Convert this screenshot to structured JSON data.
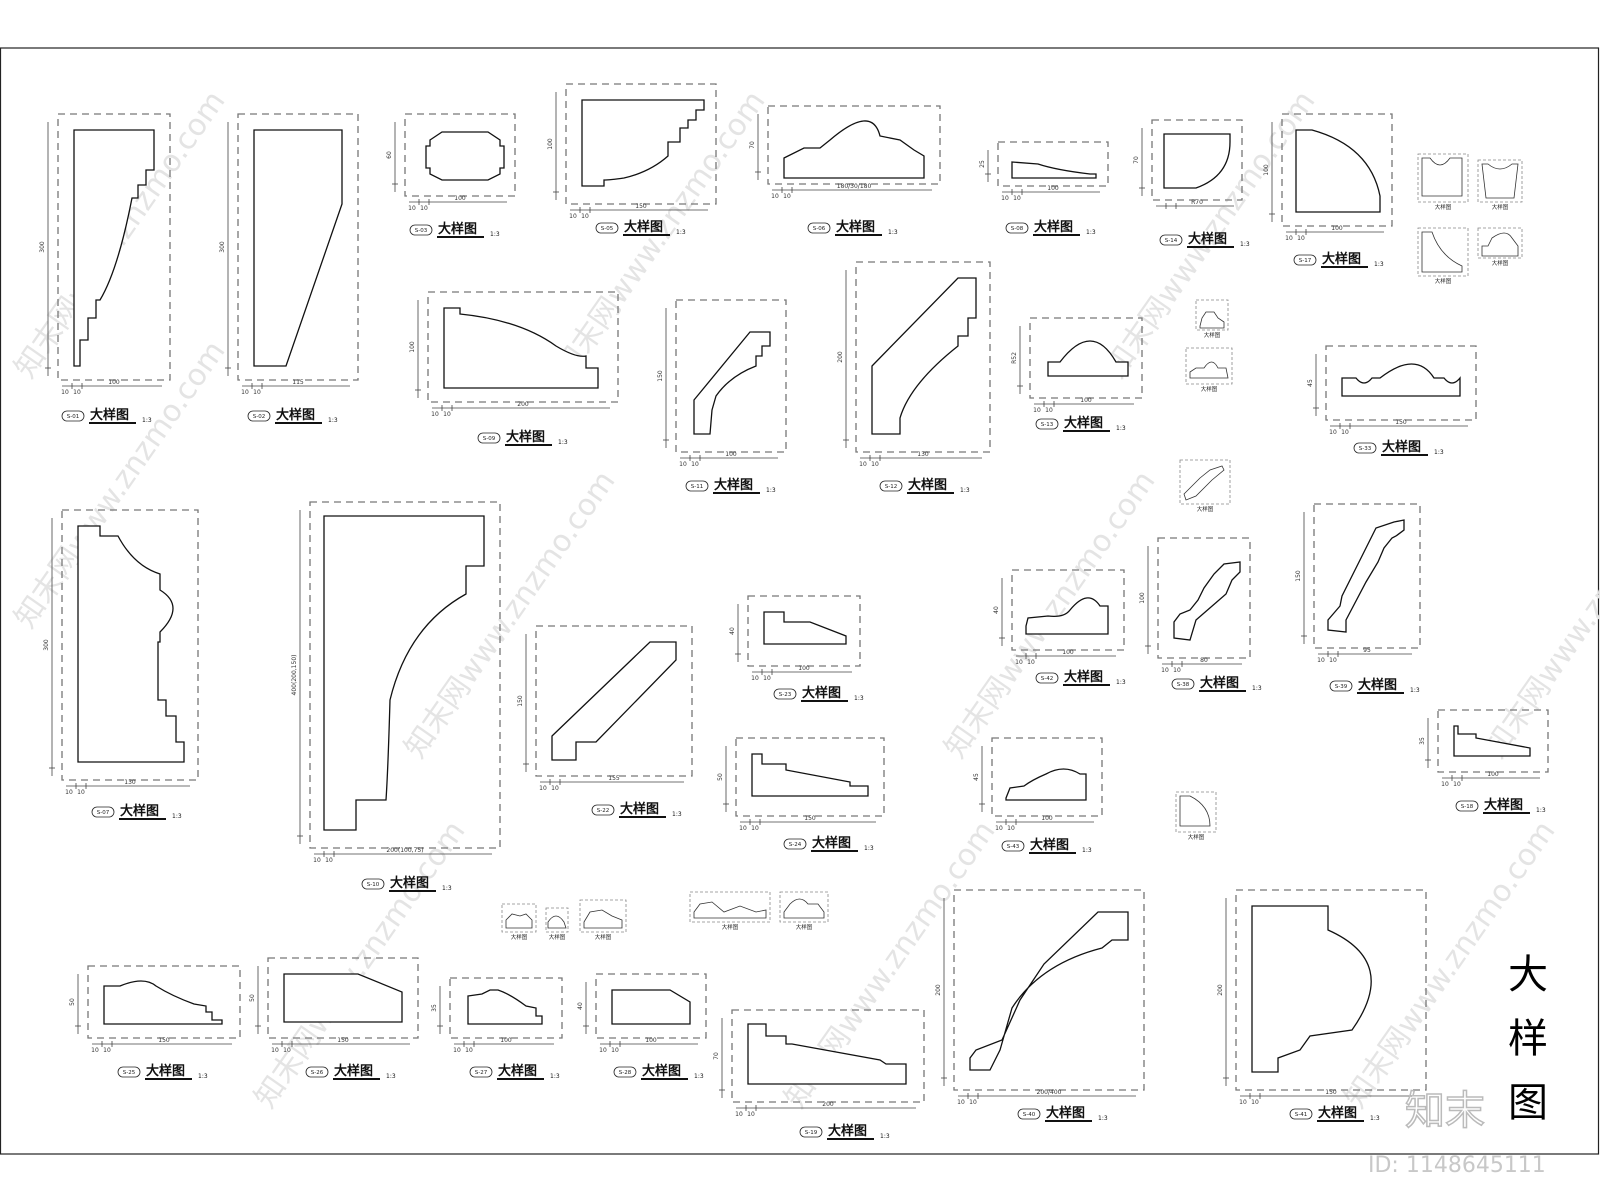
{
  "sheet": {
    "title_vertical": [
      "大",
      "样",
      "图"
    ],
    "logo_text": "知末",
    "id_text": "ID: 1148645111",
    "watermark_text": "知末网www.znzmo.com",
    "detail_title": "大样图",
    "scale": "1:3",
    "mini_title": "大样图"
  },
  "details": [
    {
      "code": "S-01",
      "dims": [
        "300",
        "100",
        "10",
        "10"
      ]
    },
    {
      "code": "S-02",
      "dims": [
        "300",
        "115",
        "10",
        "10"
      ]
    },
    {
      "code": "S-03",
      "dims": [
        "60",
        "100",
        "10",
        "10"
      ]
    },
    {
      "code": "S-05",
      "dims": [
        "100",
        "150",
        "10",
        "10"
      ]
    },
    {
      "code": "S-06",
      "dims": [
        "70",
        "180/30/180",
        "10",
        "10"
      ]
    },
    {
      "code": "S-08",
      "dims": [
        "25",
        "100",
        "10",
        "10"
      ]
    },
    {
      "code": "S-14",
      "dims": [
        "70",
        "R70"
      ]
    },
    {
      "code": "S-17",
      "dims": [
        "100",
        "100",
        "10",
        "10"
      ]
    },
    {
      "code": "S-09",
      "dims": [
        "100",
        "200",
        "10",
        "10"
      ]
    },
    {
      "code": "S-11",
      "dims": [
        "150",
        "100",
        "10",
        "10"
      ]
    },
    {
      "code": "S-12",
      "dims": [
        "200",
        "130",
        "10",
        "10"
      ]
    },
    {
      "code": "S-13",
      "dims": [
        "R52",
        "100",
        "10",
        "10"
      ]
    },
    {
      "code": "S-33",
      "dims": [
        "45",
        "150",
        "10",
        "10"
      ]
    },
    {
      "code": "S-07",
      "dims": [
        "300",
        "130",
        "10",
        "10"
      ]
    },
    {
      "code": "S-10",
      "dims": [
        "400(200,150)",
        "200(100,75)",
        "10",
        "10"
      ]
    },
    {
      "code": "S-22",
      "dims": [
        "150",
        "155",
        "10",
        "10"
      ]
    },
    {
      "code": "S-23",
      "dims": [
        "40",
        "100",
        "10",
        "10"
      ]
    },
    {
      "code": "S-24",
      "dims": [
        "50",
        "150",
        "10",
        "10"
      ]
    },
    {
      "code": "S-42",
      "dims": [
        "40",
        "100",
        "10",
        "10"
      ]
    },
    {
      "code": "S-38",
      "dims": [
        "100",
        "80",
        "10",
        "10"
      ]
    },
    {
      "code": "S-39",
      "dims": [
        "150",
        "95",
        "10",
        "10"
      ]
    },
    {
      "code": "S-43",
      "dims": [
        "45",
        "100",
        "10",
        "10"
      ]
    },
    {
      "code": "S-18",
      "dims": [
        "35",
        "100",
        "10",
        "10"
      ]
    },
    {
      "code": "S-25",
      "dims": [
        "50",
        "150",
        "10",
        "10"
      ]
    },
    {
      "code": "S-26",
      "dims": [
        "50",
        "150",
        "10",
        "10"
      ]
    },
    {
      "code": "S-27",
      "dims": [
        "35",
        "100",
        "10",
        "10"
      ]
    },
    {
      "code": "S-28",
      "dims": [
        "40",
        "100",
        "10",
        "10"
      ]
    },
    {
      "code": "S-19",
      "dims": [
        "70",
        "200",
        "10",
        "10"
      ]
    },
    {
      "code": "S-40",
      "dims": [
        "200",
        "200/400",
        "10",
        "10"
      ]
    },
    {
      "code": "S-41",
      "dims": [
        "200",
        "150",
        "10",
        "10"
      ]
    }
  ]
}
